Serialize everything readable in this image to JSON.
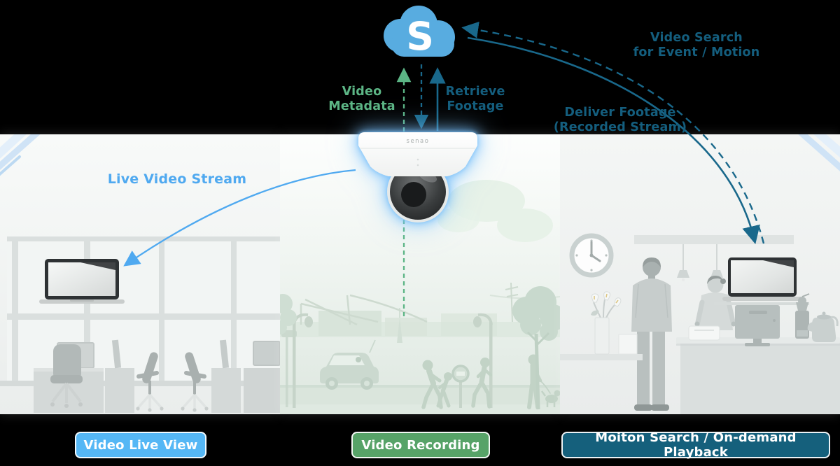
{
  "colors": {
    "background": "#000000",
    "cloud_blue": "#58ACE0",
    "metadata_green": "#5CB585",
    "teal_line": "#19688B",
    "teal_text": "#145E7E",
    "stream_blue": "#4FA9F0",
    "button_blue": "#55B7F5",
    "button_green": "#57A368",
    "button_teal": "#15607C"
  },
  "cloud": {
    "logo_letter": "S"
  },
  "camera": {
    "brand": "senao"
  },
  "flow_labels": {
    "video_metadata": {
      "line1": "Video",
      "line2": "Metadata"
    },
    "retrieve_footage": {
      "line1": "Retrieve",
      "line2": "Footage"
    },
    "video_search": {
      "line1": "Video Search",
      "line2": "for Event / Motion"
    },
    "deliver_footage": {
      "line1": "Deliver Footage",
      "line2": "(Recorded Stream)"
    },
    "live_video_stream": "Live Video Stream"
  },
  "buttons": [
    {
      "id": "video-live-view",
      "label": "Video Live View"
    },
    {
      "id": "video-recording",
      "label": "Video Recording"
    },
    {
      "id": "motion-search-playback",
      "label": "Moiton Search / On-demand Playback"
    }
  ]
}
